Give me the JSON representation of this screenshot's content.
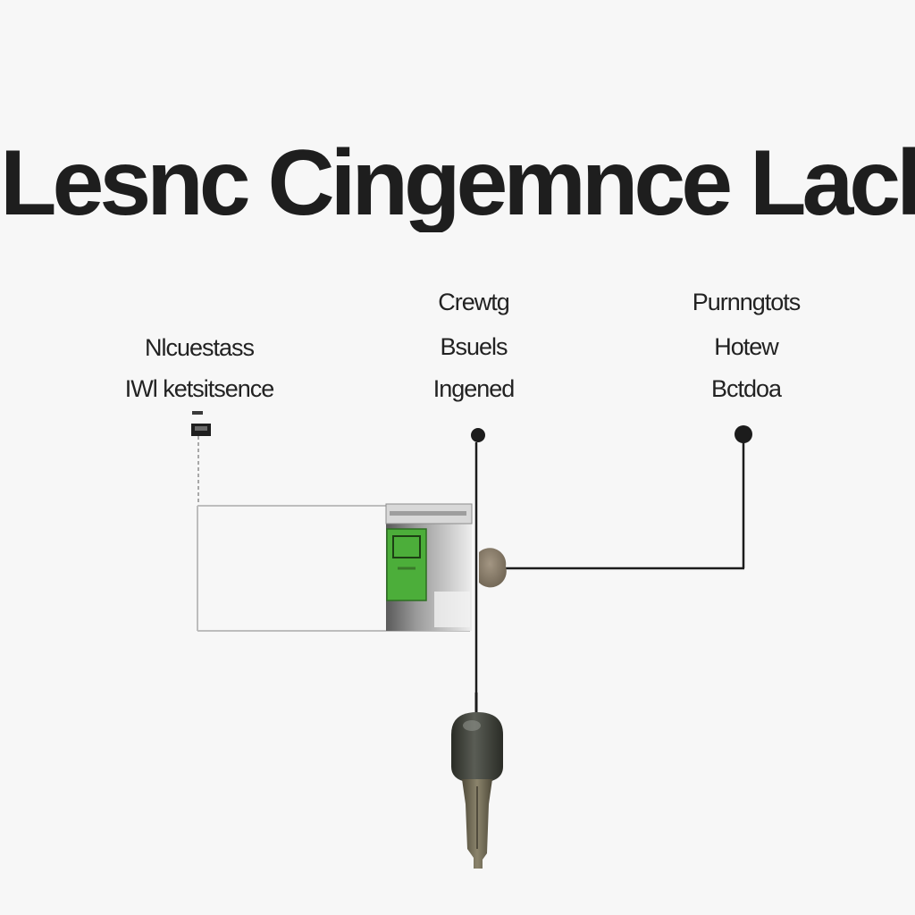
{
  "title": "Lesnc Cingemnce Lacls Carc",
  "labels": {
    "left": [
      "Nlcuestass",
      "IWl ketsitsence"
    ],
    "middle": [
      "Crewtg",
      "Bsuels",
      "Ingened"
    ],
    "right": [
      "Purnngtots",
      "Hotew",
      "Bctdoa"
    ]
  },
  "colors": {
    "text": "#1e1e1e",
    "wire": "#1c1c1c",
    "box_line": "#bdbdbd",
    "module_green": "#4cae3a",
    "key_body": "#3e4038",
    "key_blade": "#6f6a55",
    "connector_knob": "#8a7d69"
  },
  "icons": [
    "key-icon",
    "connector-knob-icon",
    "module-badge-icon"
  ]
}
